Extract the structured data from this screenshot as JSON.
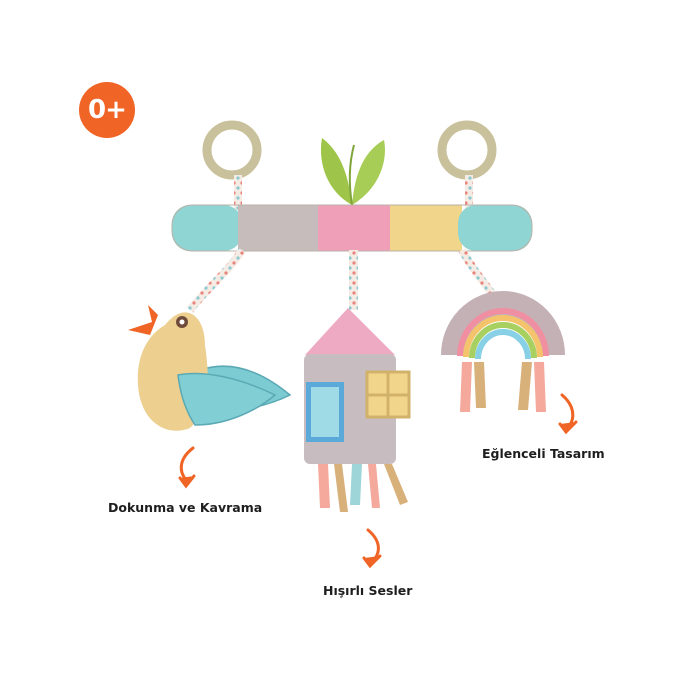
{
  "badge": {
    "label": "0+",
    "color": "#f06425"
  },
  "captions": {
    "touch": "Dokunma ve Kavrama",
    "sound": "Hışırlı Sesler",
    "design": "Eğlenceli Tasarım"
  },
  "arrow_color": "#f06425",
  "icons": {
    "arrow": "curved-arrow-icon",
    "product": "hanging-plush-toy-bar"
  }
}
